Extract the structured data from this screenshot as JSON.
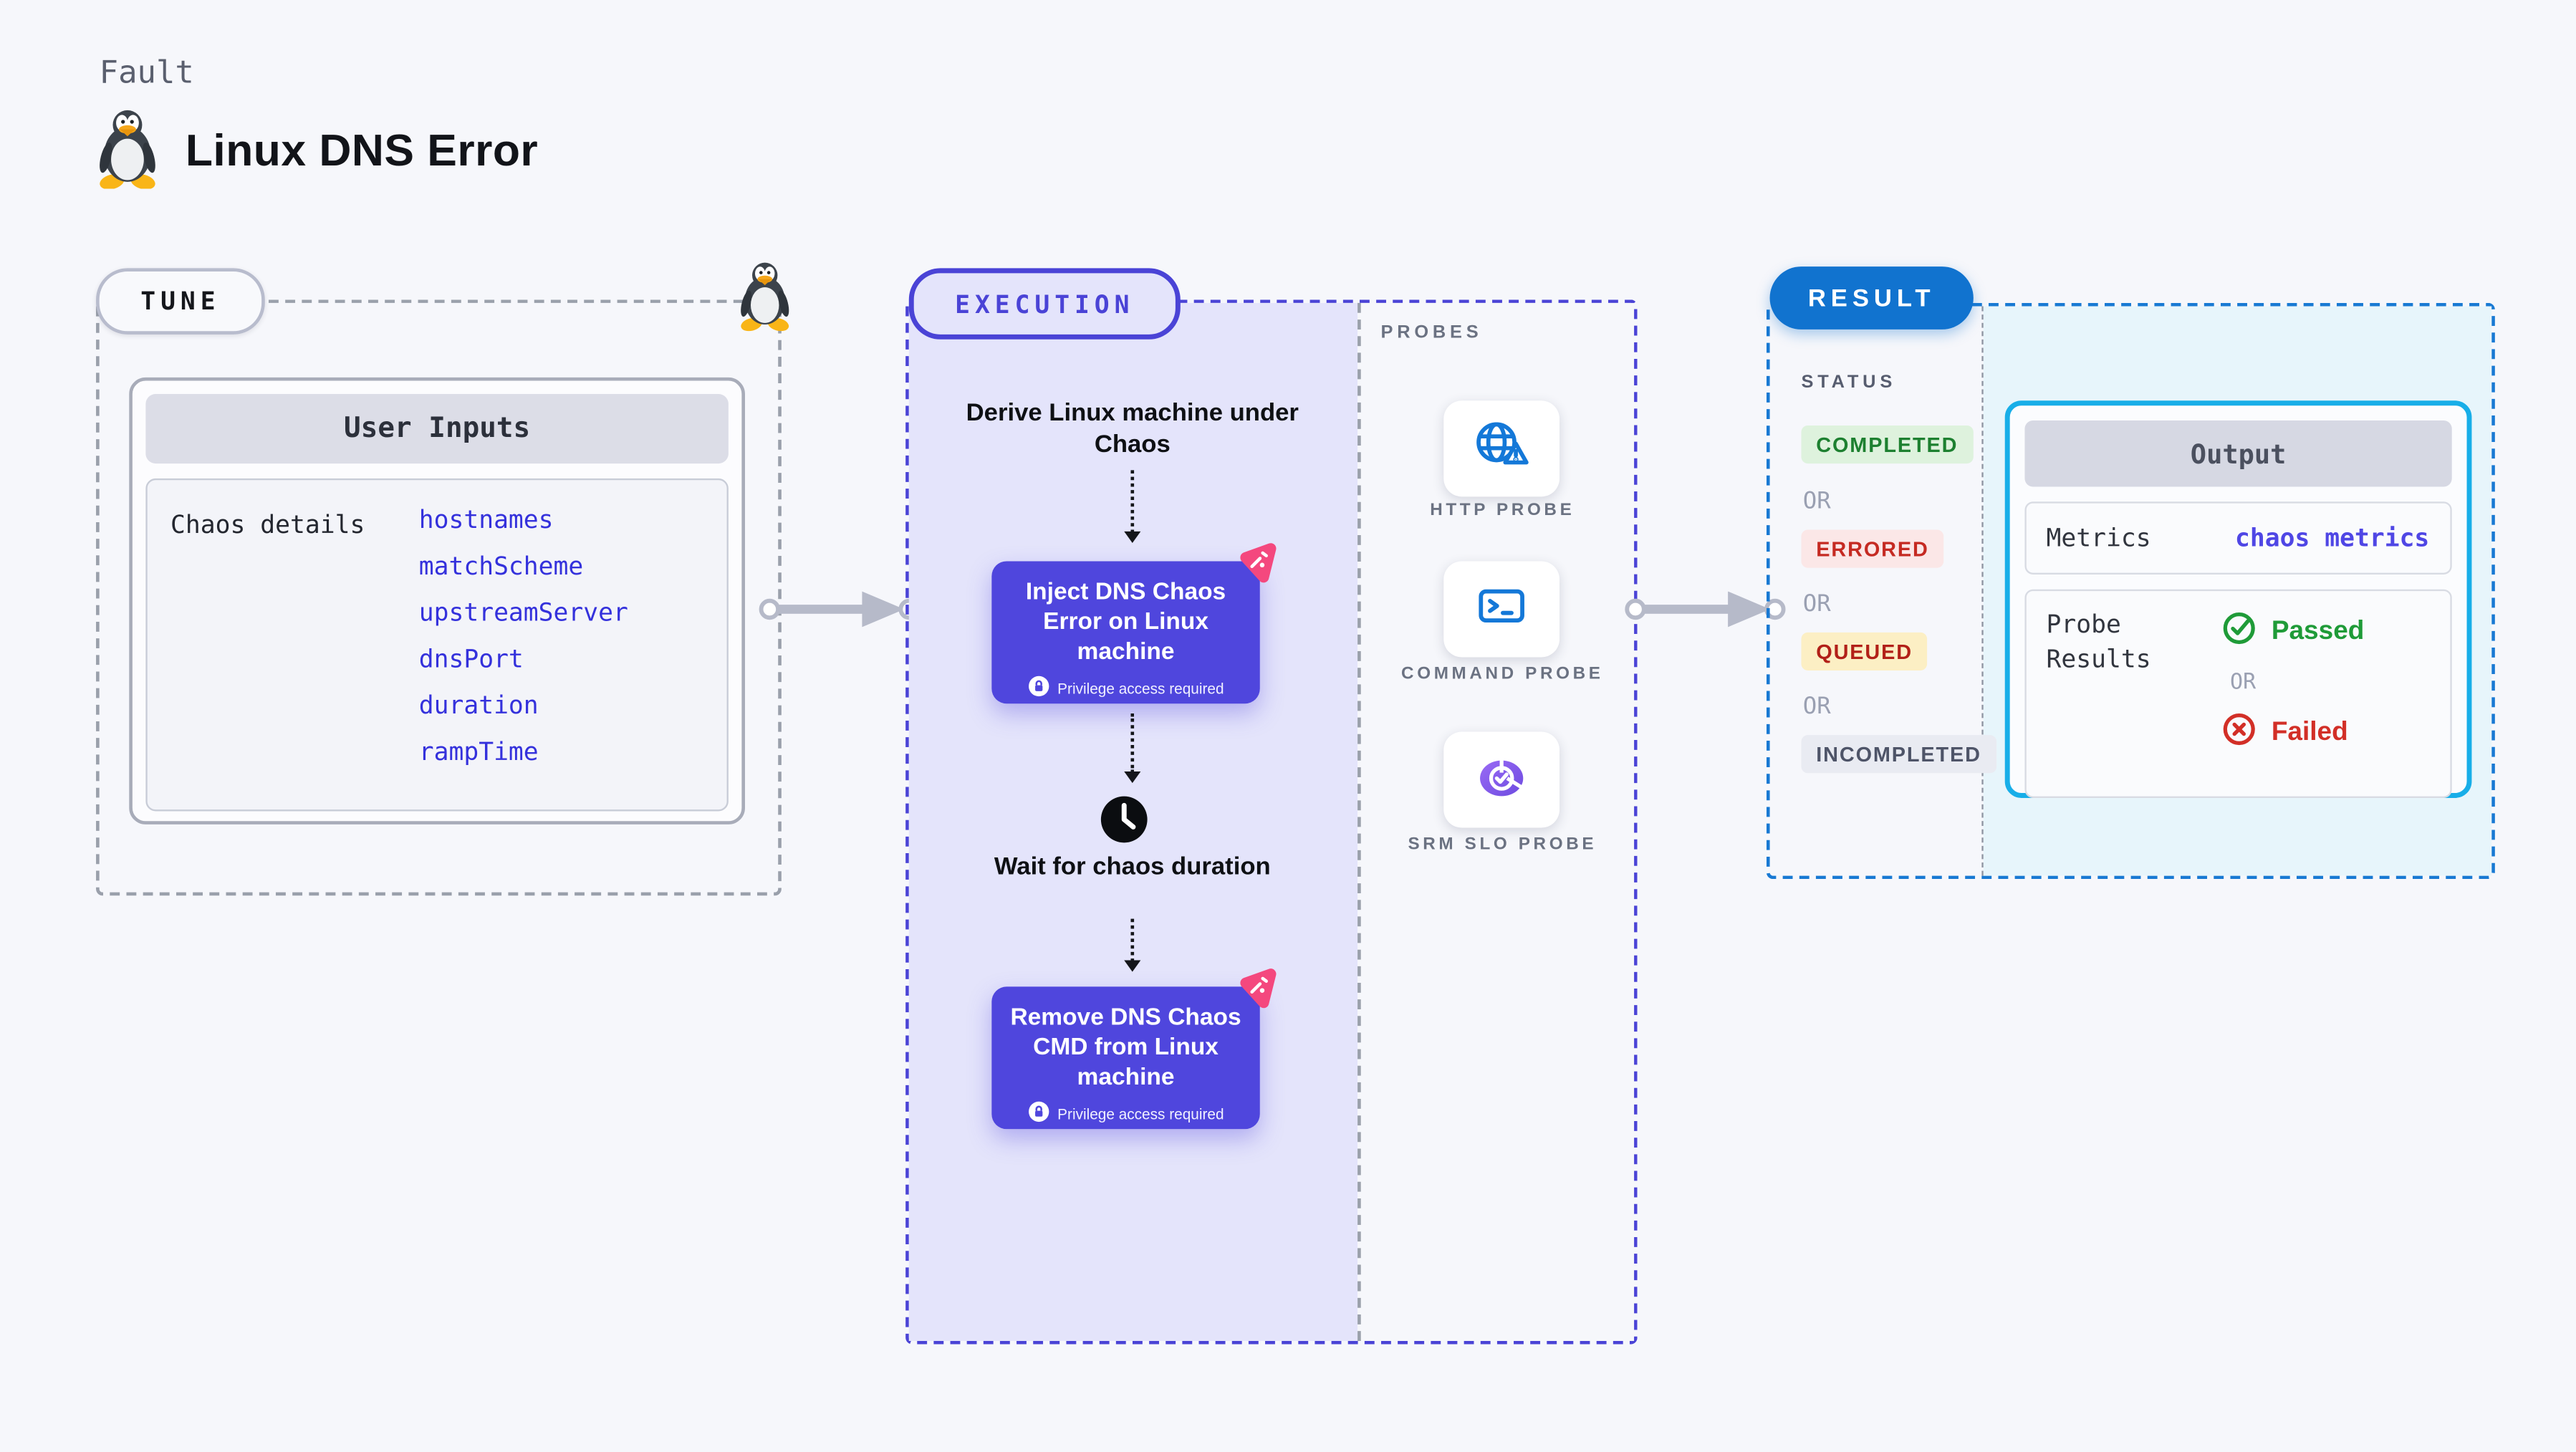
{
  "page": {
    "kicker": "Fault",
    "title": "Linux DNS Error"
  },
  "tune": {
    "badge": "TUNE",
    "table": {
      "header": "User Inputs",
      "row_label": "Chaos details",
      "params": [
        "hostnames",
        "matchScheme",
        "upstreamServer",
        "dnsPort",
        "duration",
        "rampTime"
      ]
    }
  },
  "execution": {
    "badge": "EXECUTION",
    "steps": {
      "derive": "Derive Linux machine under Chaos",
      "inject": "Inject DNS Chaos Error on Linux machine",
      "wait": "Wait for chaos duration",
      "remove": "Remove DNS Chaos CMD from Linux machine"
    },
    "privilege_note": "Privilege access required"
  },
  "probes": {
    "label": "PROBES",
    "items": [
      {
        "name": "HTTP PROBE",
        "icon": "globe-warning-icon"
      },
      {
        "name": "COMMAND PROBE",
        "icon": "terminal-icon"
      },
      {
        "name": "SRM SLO PROBE",
        "icon": "slo-donut-icon"
      }
    ]
  },
  "result": {
    "badge": "RESULT",
    "status_label": "STATUS",
    "or_label": "OR",
    "statuses": [
      {
        "label": "COMPLETED",
        "fg": "#1d8030",
        "bg": "#def2dd"
      },
      {
        "label": "ERRORED",
        "fg": "#c52a22",
        "bg": "#fbe7e7"
      },
      {
        "label": "QUEUED",
        "fg": "#b22018",
        "bg": "#fcefc4"
      },
      {
        "label": "INCOMPLETED",
        "fg": "#4e5468",
        "bg": "#e9ebf2"
      }
    ],
    "output": {
      "header": "Output",
      "metrics_label": "Metrics",
      "metrics_value": "chaos metrics",
      "probe_results_label": "Probe Results",
      "passed": "Passed",
      "failed": "Failed"
    }
  },
  "colors": {
    "page_bg": "#f6f7fb",
    "execution_accent": "#4a43d6",
    "execution_node": "#4f46dd",
    "execution_lane_bg": "#e4e4fb",
    "result_accent": "#1173cf",
    "output_border": "#18aee8",
    "output_area_bg": "#e7f5fb",
    "param_blue": "#3431dc",
    "probe_icon_blue": "#1478d8",
    "srm_purple": "#7e57ec",
    "chaos_pink": "#f4487e",
    "passed_green": "#1f9b38",
    "failed_red": "#d22f27",
    "connector_gray": "#b6bac9"
  }
}
